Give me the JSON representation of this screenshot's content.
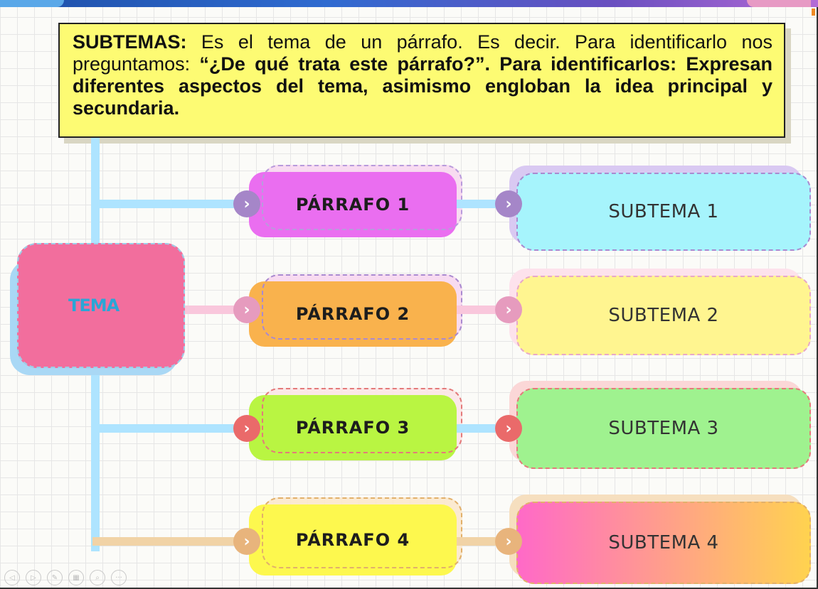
{
  "header": {
    "label": "SUBTEMAS:",
    "text1": " Es el tema de un párrafo. Es decir. Para identificarlo nos preguntamos: ",
    "question": "“¿De qué trata este párrafo?”. Para identificarlos: Expresan diferentes aspectos del tema, asimismo engloban la idea principal y secundaria."
  },
  "tema": "TEMA",
  "paragraphs": [
    "PÁRRAFO 1",
    "PÁRRAFO 2",
    "PÁRRAFO 3",
    "PÁRRAFO 4"
  ],
  "subtopics": [
    "SUBTEMA 1",
    "SUBTEMA 2",
    "SUBTEMA 3",
    "SUBTEMA 4"
  ],
  "arrow_glyph": "›",
  "toolbar": {
    "icons": [
      "previous-icon",
      "next-icon",
      "pen-icon",
      "slides-icon",
      "zoom-icon",
      "more-icon"
    ],
    "glyphs": [
      "◁",
      "▷",
      "✎",
      "▦",
      "⌕",
      "···"
    ]
  },
  "colors": {
    "header_bg": "#fdfb73",
    "tema": "#f26e9d",
    "tema_text": "#2aa6d6",
    "paragraph_fills": [
      "#ea6ef0",
      "#f9b24d",
      "#b9f542",
      "#fdf84e"
    ],
    "subtopic_fills": [
      "#a6f4fc",
      "#fff590",
      "#9ff28f",
      "linear-gradient(90deg,#ff69c8,#ffd34f)"
    ],
    "arrow_fills": [
      "#a586c8",
      "#e69bbe",
      "#ea6a6a",
      "#e8b47c"
    ]
  }
}
